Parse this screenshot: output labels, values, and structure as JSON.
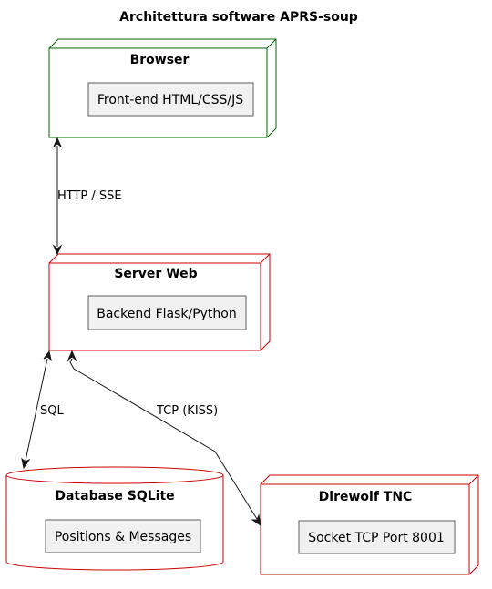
{
  "title": "Architettura software APRS-soup",
  "nodes": {
    "browser": {
      "label": "Browser",
      "component": "Front-end HTML/CSS/JS",
      "border_color": "#006400"
    },
    "server": {
      "label": "Server Web",
      "component": "Backend Flask/Python",
      "border_color": "#cc0000"
    },
    "database": {
      "label": "Database SQLite",
      "component": "Positions & Messages",
      "border_color": "#cc0000"
    },
    "direwolf": {
      "label": "Direwolf TNC",
      "component": "Socket TCP Port 8001",
      "border_color": "#cc0000"
    }
  },
  "edges": {
    "browser_server": {
      "label": "HTTP / SSE"
    },
    "server_database": {
      "label": "SQL"
    },
    "server_direwolf": {
      "label": "TCP (KISS)"
    }
  }
}
